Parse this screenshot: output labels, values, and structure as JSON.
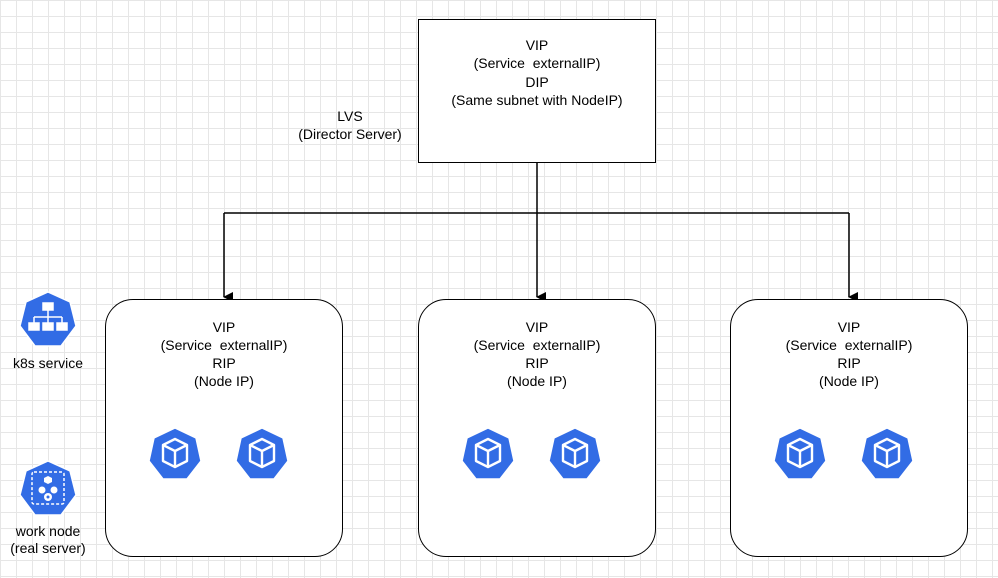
{
  "director": {
    "label_line1": "LVS",
    "label_line2": "(Director Server)",
    "vip": "VIP",
    "vip_desc": "(Service  externalIP)",
    "dip": "DIP",
    "dip_desc": "(Same subnet with NodeIP)"
  },
  "nodes": [
    {
      "vip": "VIP",
      "vip_desc": "(Service  externalIP)",
      "rip": "RIP",
      "rip_desc": "(Node IP)",
      "pods": [
        "pod-icon",
        "pod-icon"
      ]
    },
    {
      "vip": "VIP",
      "vip_desc": "(Service  externalIP)",
      "rip": "RIP",
      "rip_desc": "(Node IP)",
      "pods": [
        "pod-icon",
        "pod-icon"
      ]
    },
    {
      "vip": "VIP",
      "vip_desc": "(Service  externalIP)",
      "rip": "RIP",
      "rip_desc": "(Node IP)",
      "pods": [
        "pod-icon",
        "pod-icon"
      ]
    }
  ],
  "legend": {
    "service_label": "k8s service",
    "service_icon": "k8s-service-icon",
    "node_label_line1": "work node",
    "node_label_line2": "(real server)",
    "node_icon": "k8s-node-icon"
  },
  "colors": {
    "k8s_blue": "#326ce5",
    "stroke": "#000000",
    "grid": "#e6e6e6"
  }
}
